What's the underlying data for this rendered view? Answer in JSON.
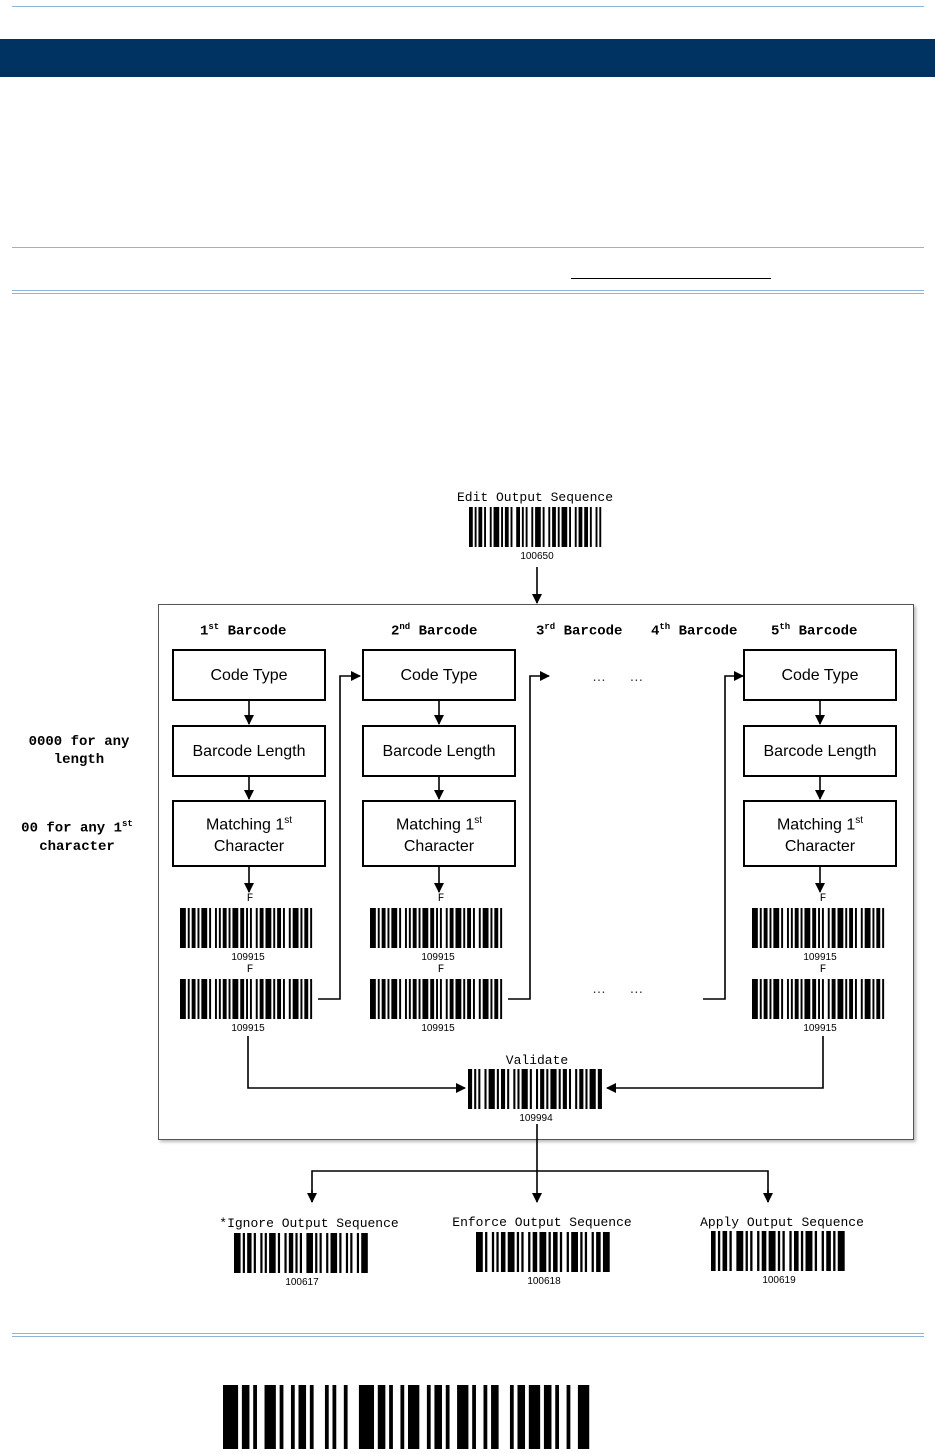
{
  "diagram": {
    "edit_sequence": {
      "label": "Edit Output Sequence",
      "code": "100650"
    },
    "columns": [
      {
        "ordinal": "1",
        "suffix": "st",
        "word": "Barcode"
      },
      {
        "ordinal": "2",
        "suffix": "nd",
        "word": "Barcode"
      },
      {
        "ordinal": "3",
        "suffix": "rd",
        "word": "Barcode"
      },
      {
        "ordinal": "4",
        "suffix": "th",
        "word": "Barcode"
      },
      {
        "ordinal": "5",
        "suffix": "th",
        "word": "Barcode"
      }
    ],
    "box_code_type": "Code Type",
    "box_length": "Barcode Length",
    "box_match_line1": "Matching 1",
    "box_match_sup": "st",
    "box_match_line2": "Character",
    "ellipsis": "…      …",
    "f_label": "F",
    "f_code": "109915",
    "side_note_1": {
      "line1": "0000 for any",
      "line2": "length"
    },
    "side_note_2": {
      "line1": "00 for any 1",
      "sup": "st",
      "line2": "character"
    },
    "validate": {
      "label": "Validate",
      "code": "109994"
    },
    "outputs": [
      {
        "label": "*Ignore Output Sequence",
        "code": "100617"
      },
      {
        "label": "Enforce Output Sequence",
        "code": "100618"
      },
      {
        "label": "Apply Output Sequence",
        "code": "100619"
      }
    ]
  }
}
